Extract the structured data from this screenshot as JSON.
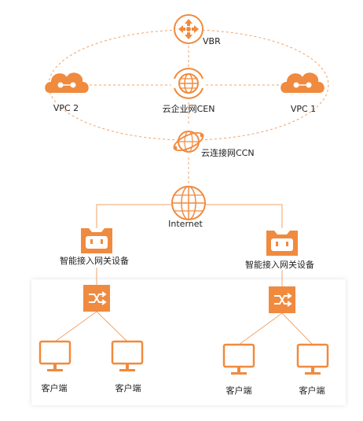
{
  "colors": {
    "accent": "#f08a3e",
    "line": "#f2a36a",
    "text": "#222222",
    "panel_shadow": "#e8e8e8"
  },
  "nodes": {
    "vbr": {
      "label": "VBR",
      "icon": "vbr-router-icon"
    },
    "cen": {
      "label": "云企业网CEN",
      "icon": "globe-icon"
    },
    "vpc1": {
      "label": "VPC 1",
      "icon": "cloud-icon"
    },
    "vpc2": {
      "label": "VPC 2",
      "icon": "cloud-icon"
    },
    "ccn": {
      "label": "云连接网CCN",
      "icon": "orbit-globe-icon"
    },
    "internet": {
      "label": "Internet",
      "icon": "globe-icon"
    },
    "gateway_left": {
      "label": "智能接入网关设备",
      "icon": "smart-gateway-icon"
    },
    "gateway_right": {
      "label": "智能接入网关设备",
      "icon": "smart-gateway-icon"
    },
    "switch_left": {
      "icon": "switch-icon"
    },
    "switch_right": {
      "icon": "switch-icon"
    },
    "clients": [
      {
        "label": "客户端",
        "icon": "monitor-icon"
      },
      {
        "label": "客户端",
        "icon": "monitor-icon"
      },
      {
        "label": "客户端",
        "icon": "monitor-icon"
      },
      {
        "label": "客户端",
        "icon": "monitor-icon"
      }
    ]
  }
}
